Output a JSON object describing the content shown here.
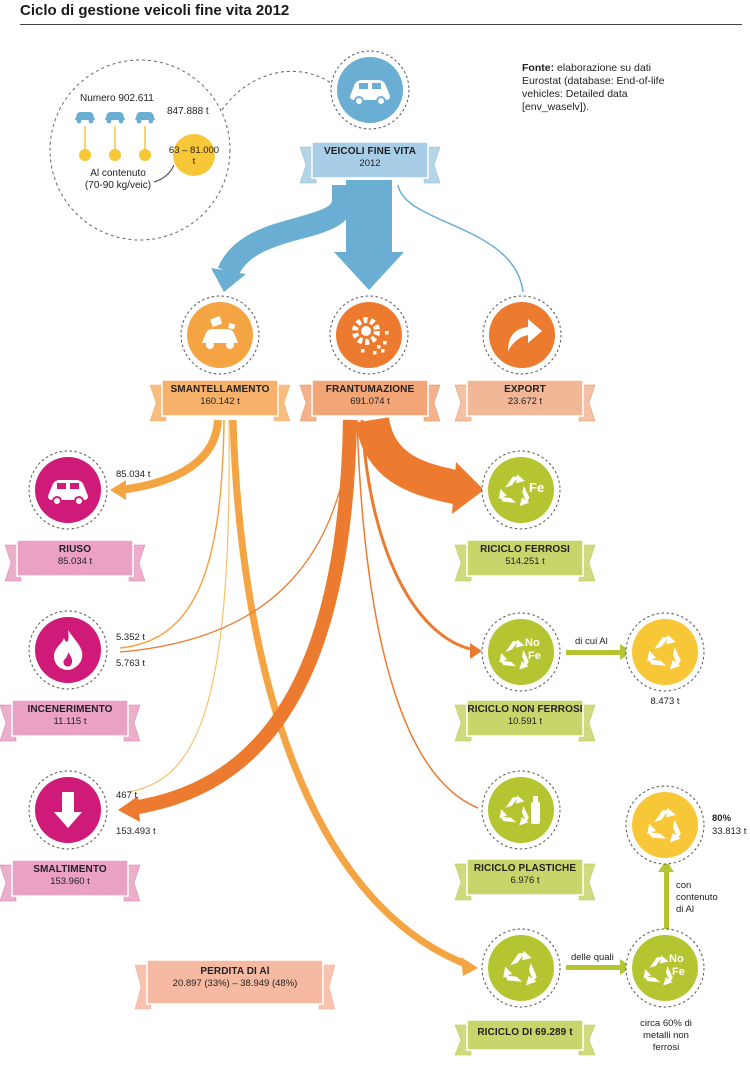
{
  "title": "Ciclo di gestione veicoli fine vita 2012",
  "source": {
    "bold": "Fonte:",
    "text": "elaborazione su dati Eurostat (database: End-of-life vehicles: Detailed data [env_waselv])."
  },
  "inset": {
    "numero": "Numero 902.611",
    "weight": "847.888 t",
    "al_range": "63 – 81.000 t",
    "al_label_1": "Al contenuto",
    "al_label_2": "(70-90 kg/veic)"
  },
  "nodes": {
    "vfv": {
      "name": "VEICOLI FINE VITA",
      "value": "2012"
    },
    "smantellamento": {
      "name": "SMANTELLAMENTO",
      "value": "160.142 t"
    },
    "frantumazione": {
      "name": "FRANTUMAZIONE",
      "value": "691.074 t"
    },
    "export": {
      "name": "EXPORT",
      "value": "23.672 t"
    },
    "riuso": {
      "name": "RIUSO",
      "value": "85.034 t"
    },
    "incenerimento": {
      "name": "INCENERIMENTO",
      "value": "11.115 t"
    },
    "smaltimento": {
      "name": "SMALTIMENTO",
      "value": "153.960 t"
    },
    "riciclo_ferrosi": {
      "name": "RICICLO FERROSI",
      "value": "514.251 t"
    },
    "riciclo_non_ferrosi": {
      "name": "RICICLO NON FERROSI",
      "value": "10.591 t"
    },
    "riciclo_plastiche": {
      "name": "RICICLO PLASTICHE",
      "value": "6.976 t"
    },
    "riciclo_di": {
      "name": "RICICLO DI 69.289 t",
      "value": ""
    },
    "perdita": {
      "name": "PERDITA DI Al",
      "value": "20.897 (33%) – 38.949 (48%)"
    }
  },
  "flow_labels": {
    "riuso": "85.034 t",
    "inc_a": "5.352 t",
    "inc_b": "5.763 t",
    "smal_a": "467 t",
    "smal_b": "153.493 t"
  },
  "side": {
    "di_cui_al": "di cui Al",
    "al_value": "8.473 t",
    "delle_quali": "delle quali",
    "pct": "80%",
    "pct_value": "33.813 t",
    "con_contenuto": "con contenuto di Al",
    "circa": "circa 60% di metalli non ferrosi"
  },
  "icon_text": {
    "fe": "Fe",
    "no": "No",
    "fe2": "Fe"
  },
  "colors": {
    "blue": "#6aaed3",
    "orange": "#ec7a2f",
    "orange_light": "#f5a443",
    "magenta": "#d01a7a",
    "lime": "#b5c532",
    "yellow": "#f8c737",
    "banner_blue": "#a8cde6",
    "banner_orange": "#f6b26b",
    "banner_pink": "#eaa1c4",
    "banner_green": "#c8d56a",
    "banner_salmon": "#f6b9a2"
  }
}
